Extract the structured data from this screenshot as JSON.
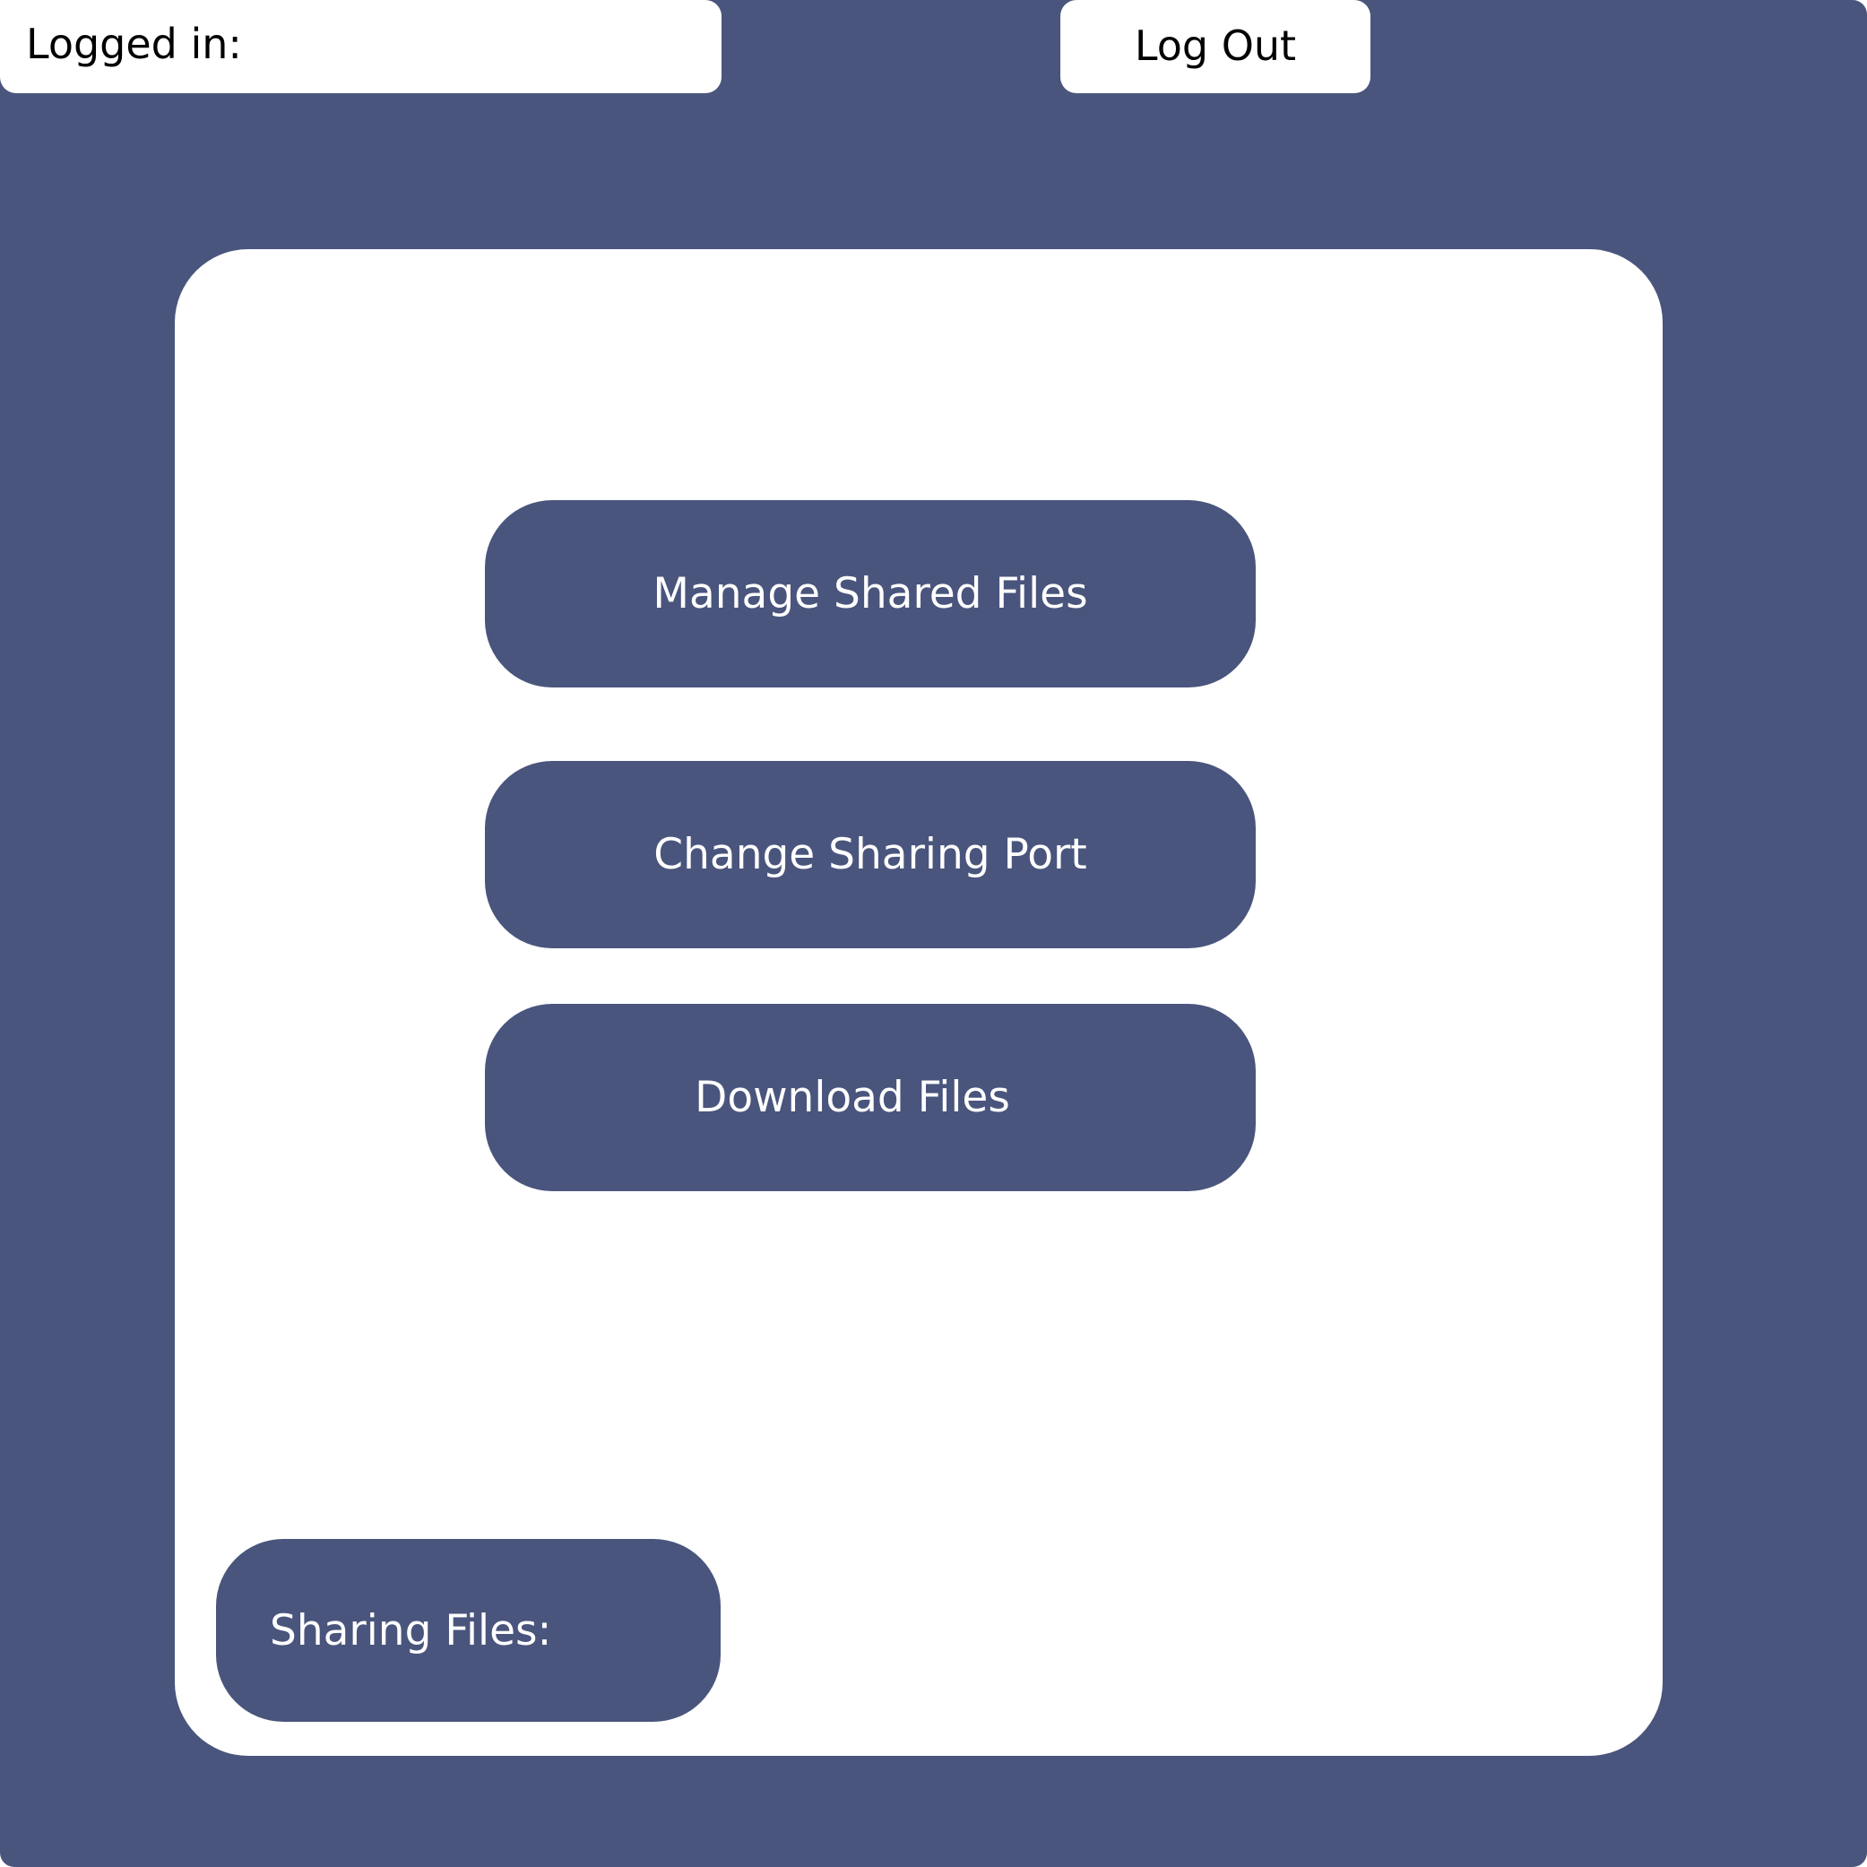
{
  "header": {
    "logged_in_label": "Logged in:",
    "logout_label": "Log Out"
  },
  "main": {
    "buttons": [
      {
        "label": "Manage Shared Files"
      },
      {
        "label": "Change Sharing Port"
      },
      {
        "label": "Download Files"
      }
    ],
    "sharing_files_label": "Sharing Files:"
  },
  "colors": {
    "accent": "#4a557d",
    "panel": "#ffffff",
    "text_dark": "#000000",
    "text_light": "#ffffff"
  }
}
